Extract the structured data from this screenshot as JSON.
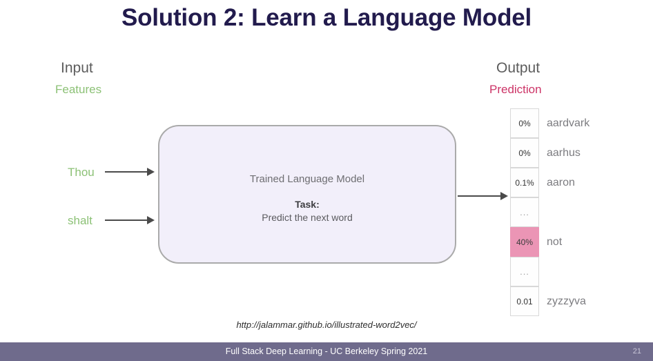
{
  "slide": {
    "title": "Solution 2: Learn a Language Model",
    "source_url": "http://jalammar.github.io/illustrated-word2vec/"
  },
  "input": {
    "heading": "Input",
    "subheading": "Features",
    "words": [
      "Thou",
      "shalt"
    ]
  },
  "output": {
    "heading": "Output",
    "subheading": "Prediction"
  },
  "model_box": {
    "title": "Trained Language Model",
    "task_label": "Task:",
    "task_description": "Predict the next word"
  },
  "predictions": [
    {
      "probability": "0%",
      "word": "aardvark",
      "highlight": false
    },
    {
      "probability": "0%",
      "word": "aarhus",
      "highlight": false
    },
    {
      "probability": "0.1%",
      "word": "aaron",
      "highlight": false
    },
    {
      "probability": "...",
      "word": "",
      "highlight": false
    },
    {
      "probability": "40%",
      "word": "not",
      "highlight": true
    },
    {
      "probability": "...",
      "word": "",
      "highlight": false
    },
    {
      "probability": "0.01",
      "word": "zyzzyva",
      "highlight": false
    }
  ],
  "footer": {
    "text": "Full Stack Deep Learning - UC Berkeley Spring 2021",
    "page_number": "21"
  },
  "colors": {
    "title": "#221b4d",
    "features_green": "#8cc176",
    "prediction_pink": "#cc3366",
    "highlight_pink": "#eb95b5",
    "model_box_fill": "#f2effa",
    "footer_bar": "#6f6b8c"
  }
}
